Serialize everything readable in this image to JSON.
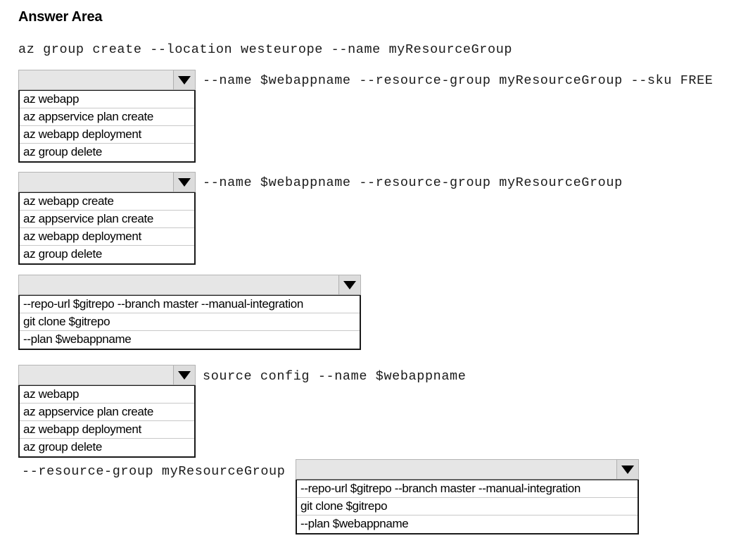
{
  "header": {
    "title": "Answer Area"
  },
  "command_lines": [
    {
      "id": "line-1",
      "text": "az group create --location westeurope --name myResourceGroup"
    },
    {
      "id": "line-2",
      "text": "--name $webappname --resource-group myResourceGroup --sku FREE"
    },
    {
      "id": "line-3",
      "text": "--name $webappname --resource-group myResourceGroup"
    },
    {
      "id": "line-4",
      "text": "source config --name $webappname"
    },
    {
      "id": "line-5",
      "text": "--resource-group myResourceGroup"
    }
  ],
  "dropdowns": [
    {
      "id": "dropdown-1",
      "selected": "",
      "arrow_icon": "chevron-down-icon",
      "options": [
        "az webapp",
        "az appservice plan create",
        "az webapp deployment",
        "az group delete"
      ]
    },
    {
      "id": "dropdown-2",
      "selected": "",
      "arrow_icon": "chevron-down-icon",
      "options": [
        "az webapp create",
        "az appservice plan create",
        "az webapp deployment",
        "az group delete"
      ]
    },
    {
      "id": "dropdown-3",
      "selected": "",
      "arrow_icon": "chevron-down-icon",
      "options": [
        "--repo-url $gitrepo --branch master --manual-integration",
        "git clone $gitrepo",
        "--plan $webappname"
      ]
    },
    {
      "id": "dropdown-4",
      "selected": "",
      "arrow_icon": "chevron-down-icon",
      "options": [
        "az webapp",
        "az appservice plan create",
        "az webapp deployment",
        "az group delete"
      ]
    },
    {
      "id": "dropdown-5",
      "selected": "",
      "arrow_icon": "chevron-down-icon",
      "options": [
        "--repo-url $gitrepo  --branch master --manual-integration",
        "git clone $gitrepo",
        "--plan $webappname"
      ]
    }
  ],
  "colors": {
    "combo_background": "#e6e6e6",
    "combo_border": "#b4b4b4",
    "list_border": "#1a1a1a",
    "list_background": "#ffffff",
    "arrow": "#000000",
    "text": "#000000",
    "page_background": "#ffffff"
  }
}
